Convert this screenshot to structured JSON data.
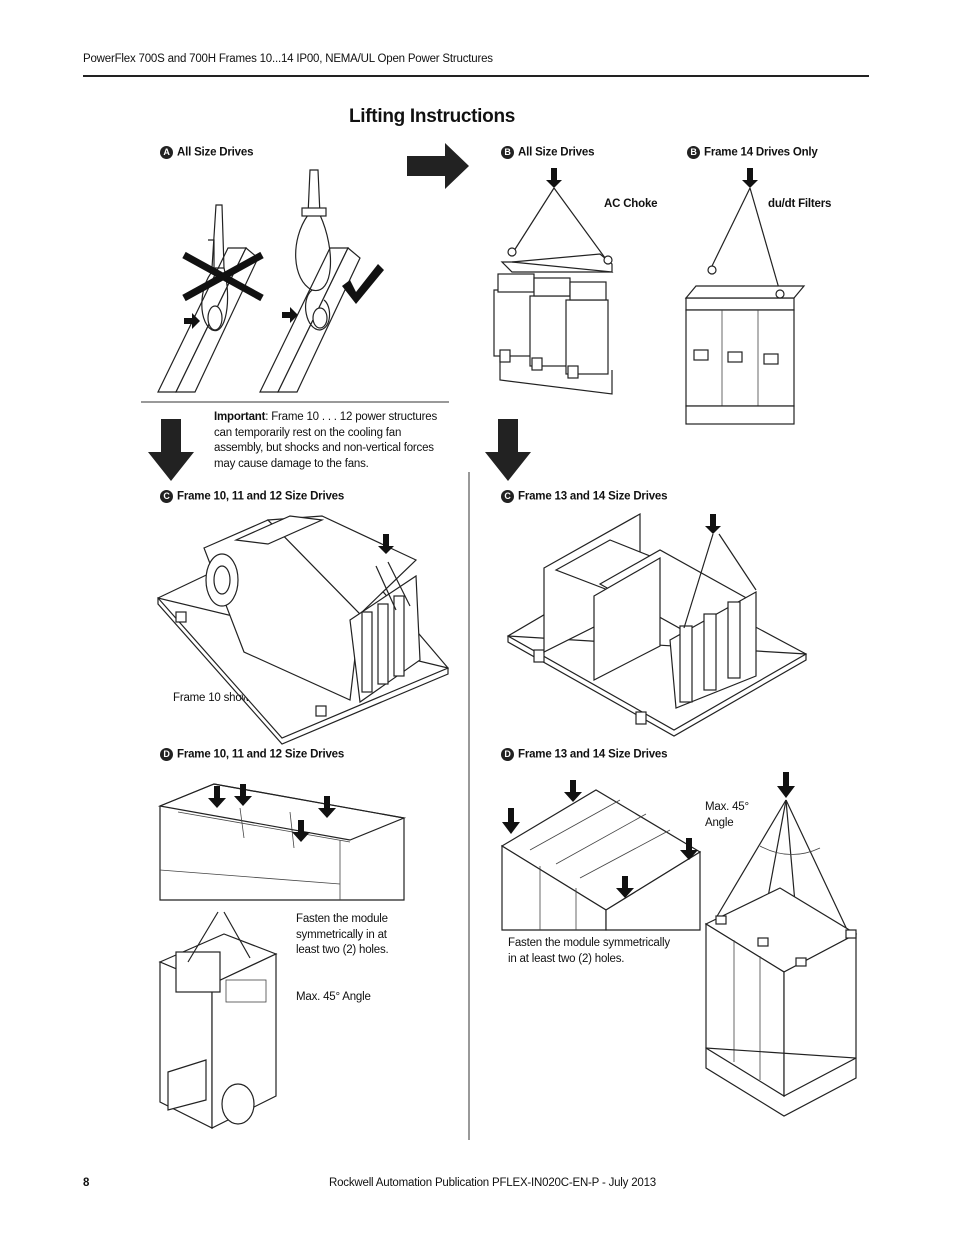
{
  "header": {
    "running_title": "PowerFlex 700S and 700H Frames 10...14 IP00, NEMA/UL Open Power Structures"
  },
  "page_title": "Lifting Instructions",
  "steps": {
    "a": {
      "letter": "A",
      "label": "All Size Drives"
    },
    "b1": {
      "letter": "B",
      "label": "All Size Drives",
      "part": "AC Choke"
    },
    "b2": {
      "letter": "B",
      "label": "Frame 14 Drives Only",
      "part": "du/dt Filters"
    },
    "c1": {
      "letter": "C",
      "label": "Frame 10, 11 and 12 Size Drives",
      "note": "Frame 10 shown"
    },
    "c2": {
      "letter": "C",
      "label": "Frame 13 and 14 Size Drives"
    },
    "d1": {
      "letter": "D",
      "label": "Frame 10, 11 and 12 Size Drives",
      "note_fasten": "Fasten the module symmetrically in at least two (2) holes.",
      "note_angle": "Max. 45° Angle"
    },
    "d2": {
      "letter": "D",
      "label": "Frame 13 and 14 Size Drives",
      "note_fasten": "Fasten the module symmetrically in at least two (2) holes.",
      "note_angle": "Max. 45° Angle"
    }
  },
  "important": {
    "lead": "Important",
    "text": ": Frame 10 . . . 12 power structures can temporarily rest on the cooling fan assembly, but shocks and non-vertical forces may cause damage to the fans."
  },
  "footer": {
    "page_number": "8",
    "publication": "Rockwell Automation Publication PFLEX-IN020C-EN-P - July 2013"
  },
  "icons": [
    "arrow-right-icon",
    "arrow-down-icon",
    "lift-arrow-icon",
    "cross-mark-icon",
    "check-mark-icon"
  ]
}
